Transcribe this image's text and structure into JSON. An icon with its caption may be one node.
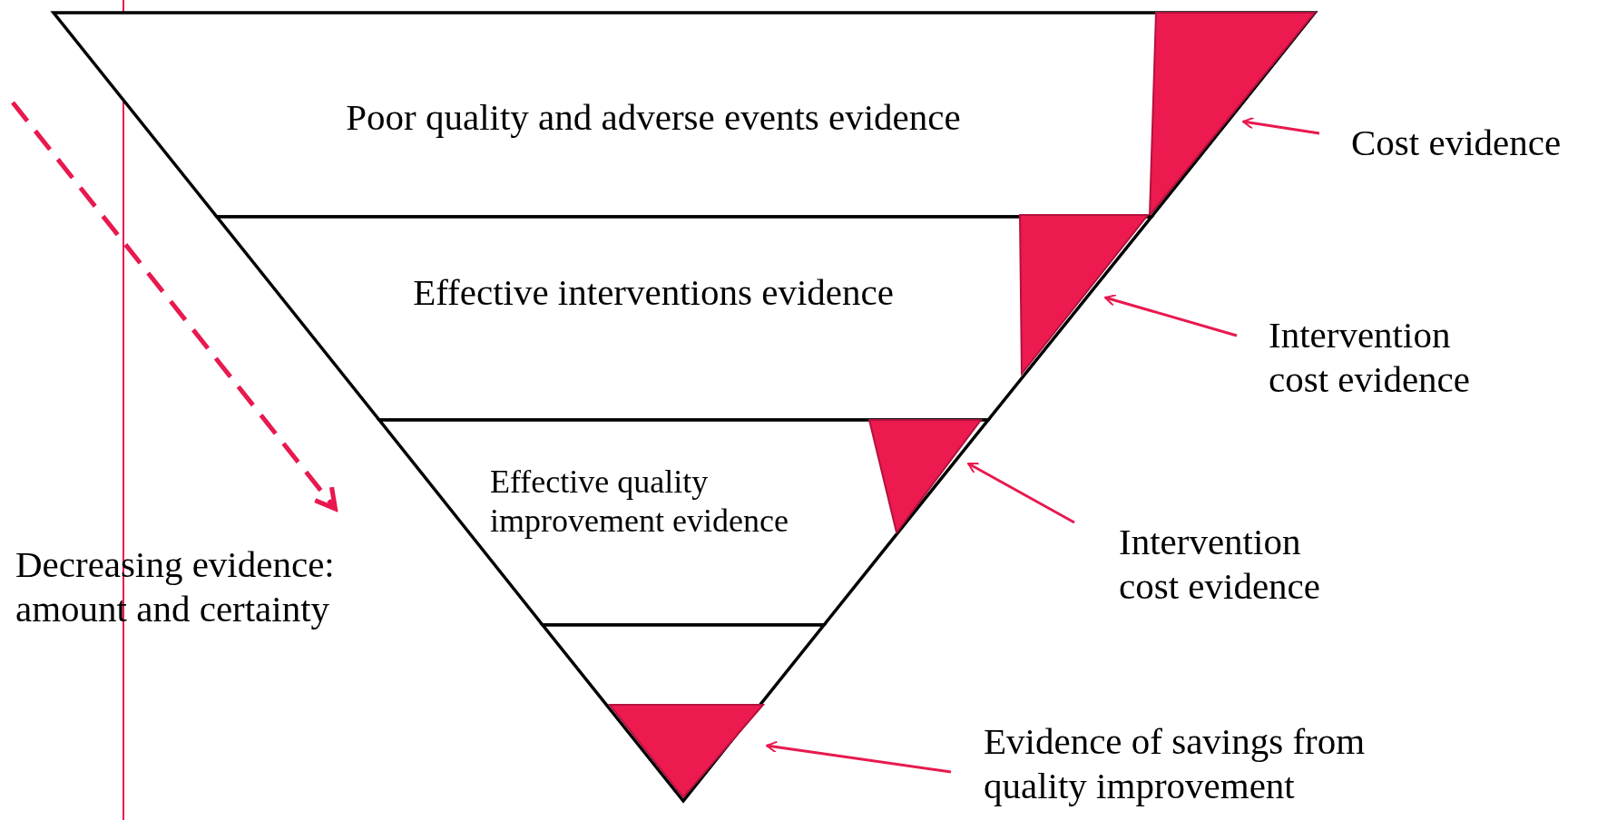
{
  "diagram": {
    "nodes": [
      {
        "text": [
          "Poor quality and adverse events evidence"
        ]
      },
      {
        "text": [
          "Effective interventions evidence"
        ]
      },
      {
        "text": [
          "Effective quality improvement evidence"
        ]
      },
      {
        "text": [],
        "shape": "triangle"
      },
      {
        "text": [],
        "shape": "triangle",
        "in": 0
      },
      {
        "text": [],
        "shape": "triangle",
        "in": 1
      },
      {
        "text": [],
        "shape": "triangle",
        "in": 2
      },
      {
        "text": [],
        "shape": "triangle",
        "in": 3
      },
      {
        "text": [
          "Cost evidence"
        ]
      },
      {
        "text": [
          "Intervention cost evidence"
        ]
      },
      {
        "text": [
          "Intervention cost evidence"
        ]
      },
      {
        "text": [
          "Evidence of savings from quality improvement"
        ]
      }
    ],
    "edges": [
      {
        "from": 8,
        "to": 4,
        "arrow": "to"
      },
      {
        "from": 9,
        "to": 5,
        "arrow": "to"
      },
      {
        "from": 10,
        "to": 6,
        "arrow": "to"
      },
      {
        "from": 11,
        "to": 7,
        "arrow": "to"
      }
    ],
    "labels": [
      "Decreasing evidence: amount and certainty"
    ]
  }
}
